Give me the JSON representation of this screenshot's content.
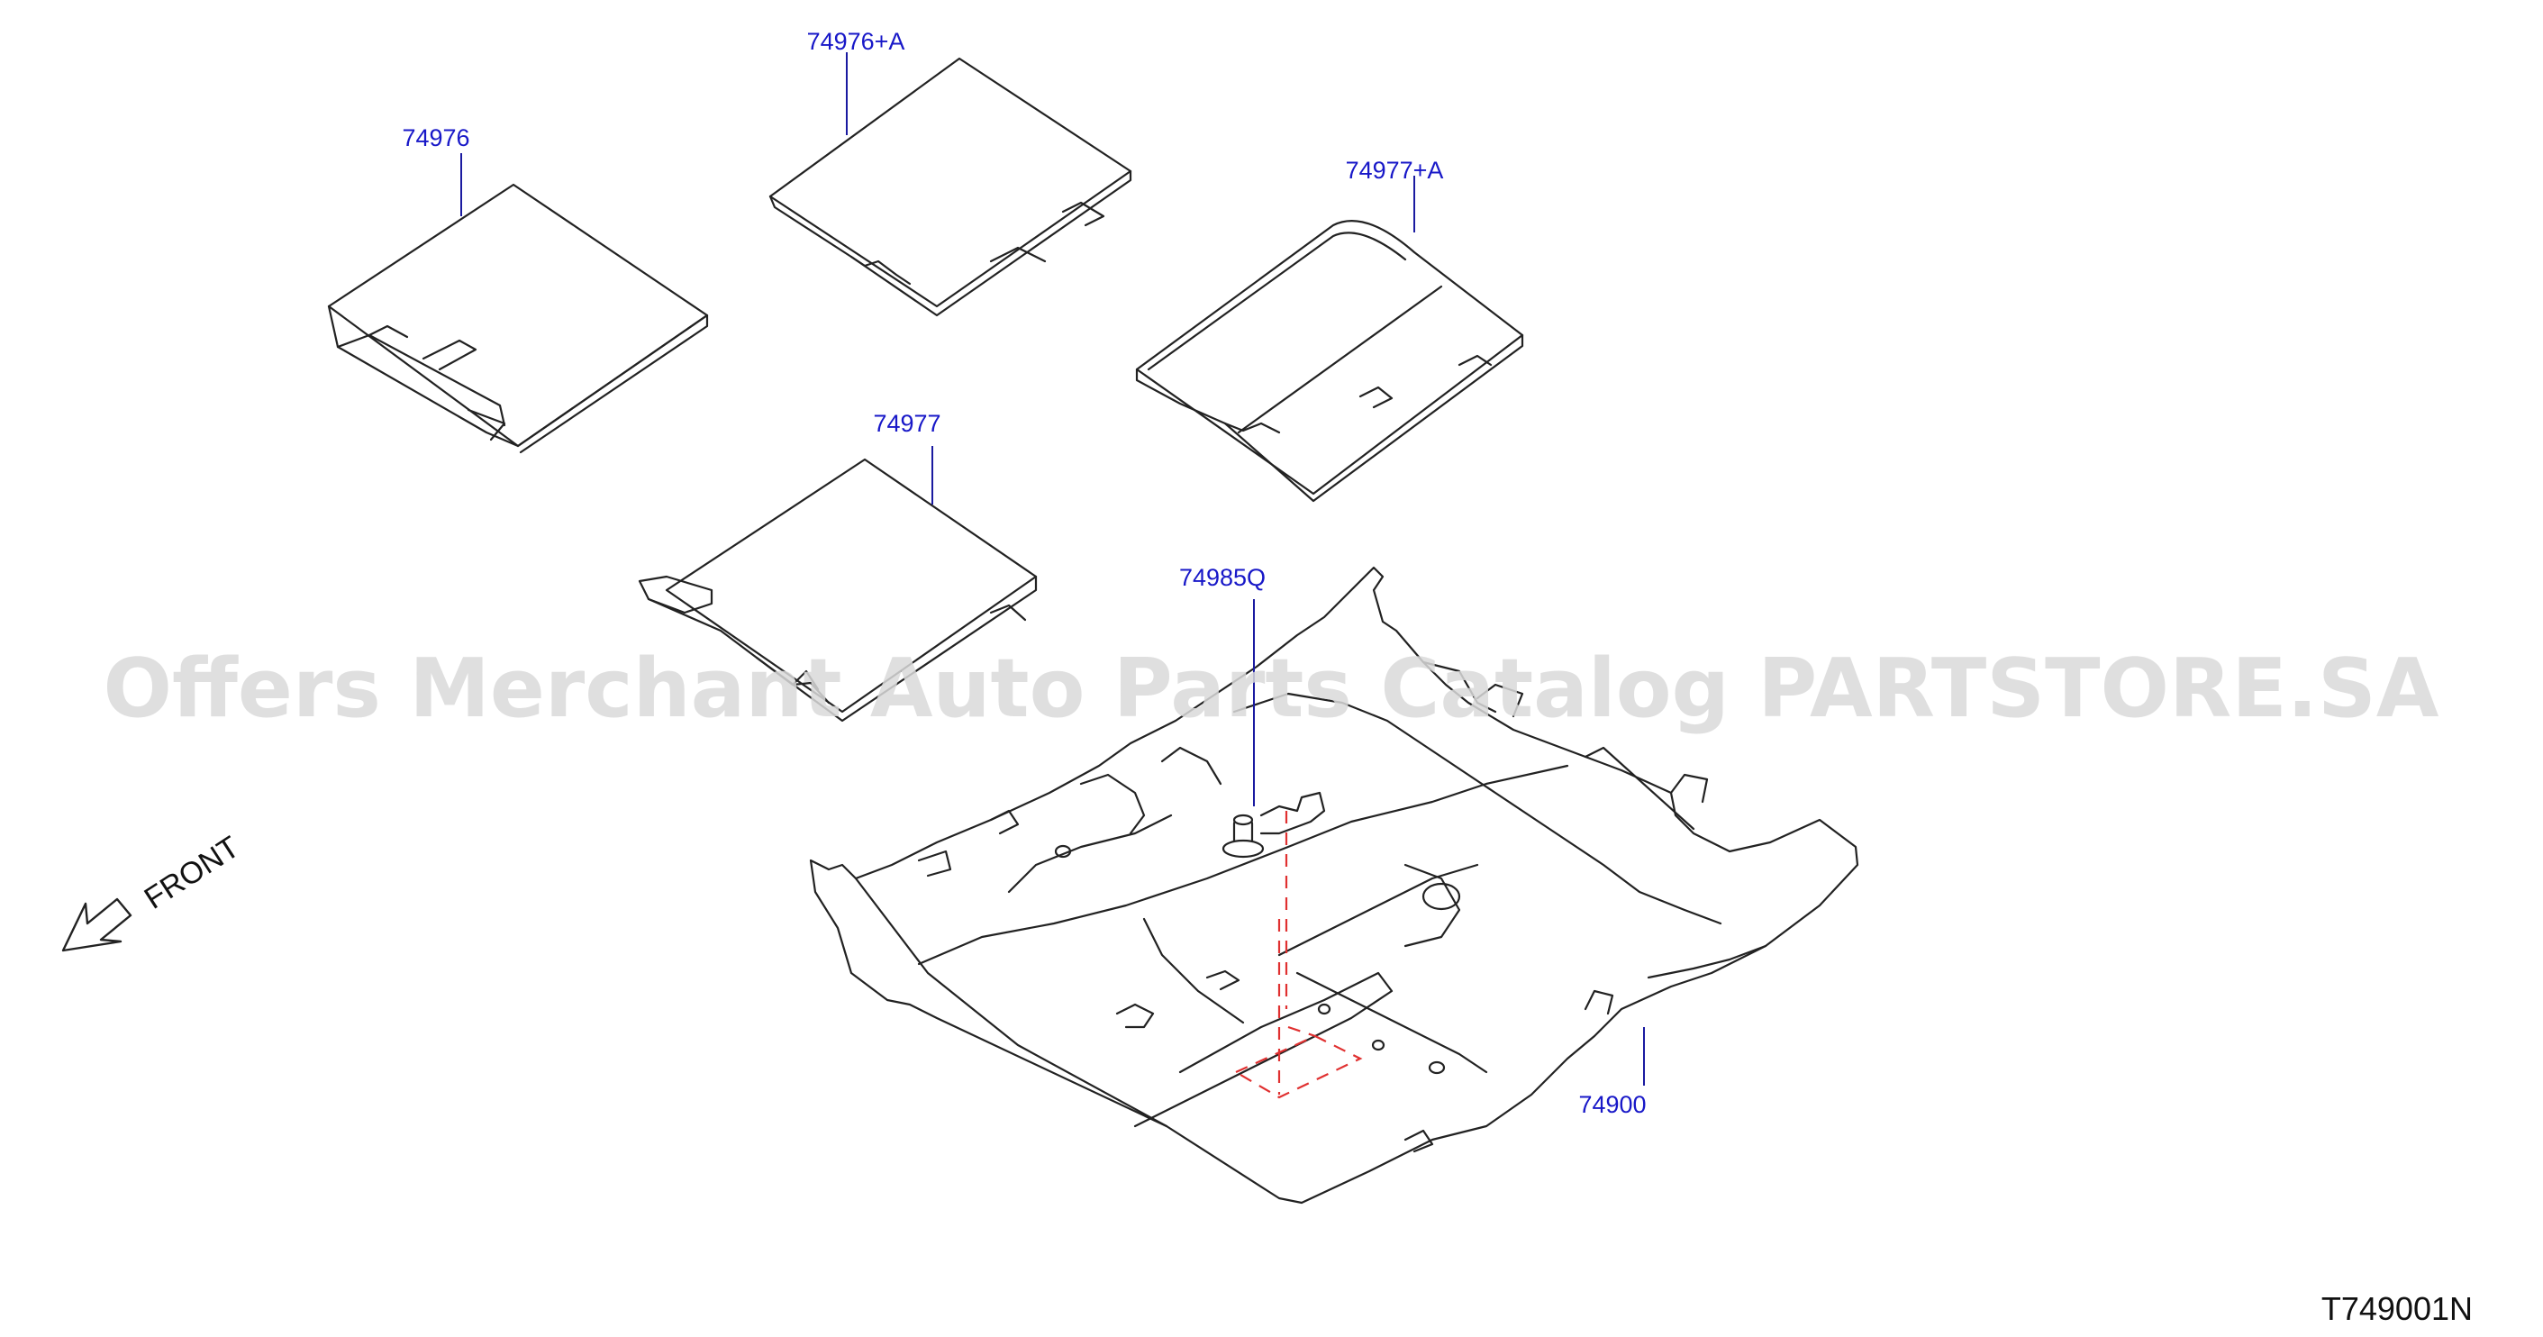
{
  "watermark": "Offers Merchant Auto Parts Catalog PARTSTORE.SA",
  "diagram_code": "T749001N",
  "front_label": "FRONT",
  "parts": [
    {
      "id": "p74976",
      "label": "74976"
    },
    {
      "id": "p74976a",
      "label": "74976+A"
    },
    {
      "id": "p74977a",
      "label": "74977+A"
    },
    {
      "id": "p74977",
      "label": "74977"
    },
    {
      "id": "p74985q",
      "label": "74985Q"
    },
    {
      "id": "p74900",
      "label": "74900"
    }
  ],
  "colors": {
    "label": "#1818c8",
    "line": "#222222",
    "dashed_fastener_guide": "#e03030",
    "watermark": "#d9d9d9"
  },
  "icons": [
    "front-arrow-icon"
  ]
}
